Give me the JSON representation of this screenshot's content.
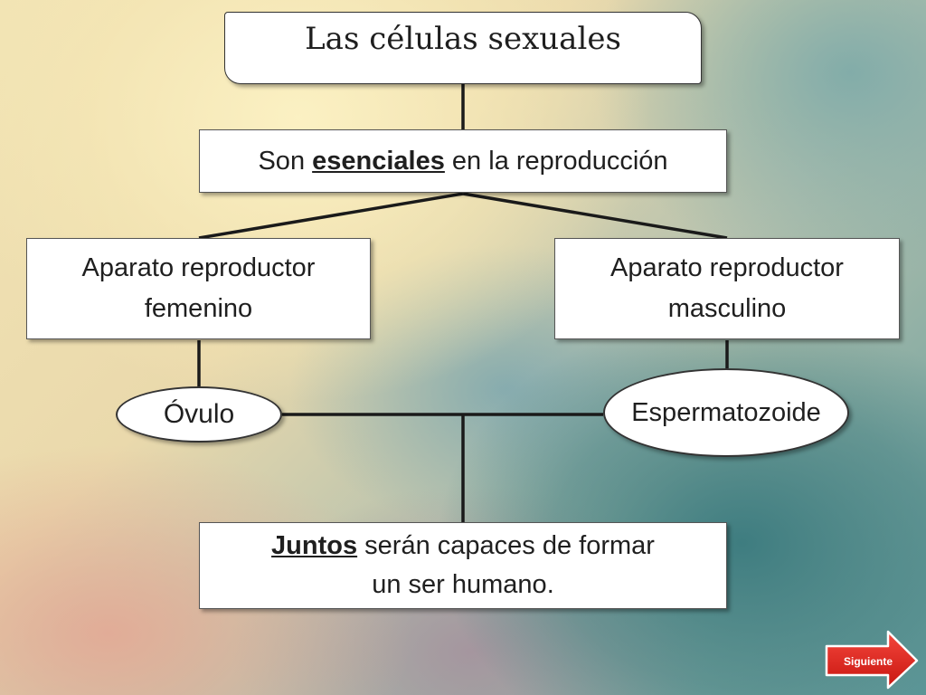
{
  "diagram": {
    "title": "Las células sexuales",
    "essential": {
      "before": "Son ",
      "emphasis": "esenciales",
      "after": " en la reproducción"
    },
    "female_system": {
      "line1": "Aparato reproductor",
      "line2": "femenino"
    },
    "male_system": {
      "line1": "Aparato reproductor",
      "line2": "masculino"
    },
    "female_cell": "Óvulo",
    "male_cell": "Espermatozoide",
    "together": {
      "emphasis": "Juntos",
      "rest": " serán capaces de formar",
      "line2": "un ser humano."
    }
  },
  "navigation": {
    "next_label": "Siguiente",
    "button_color": "#e8211a"
  }
}
